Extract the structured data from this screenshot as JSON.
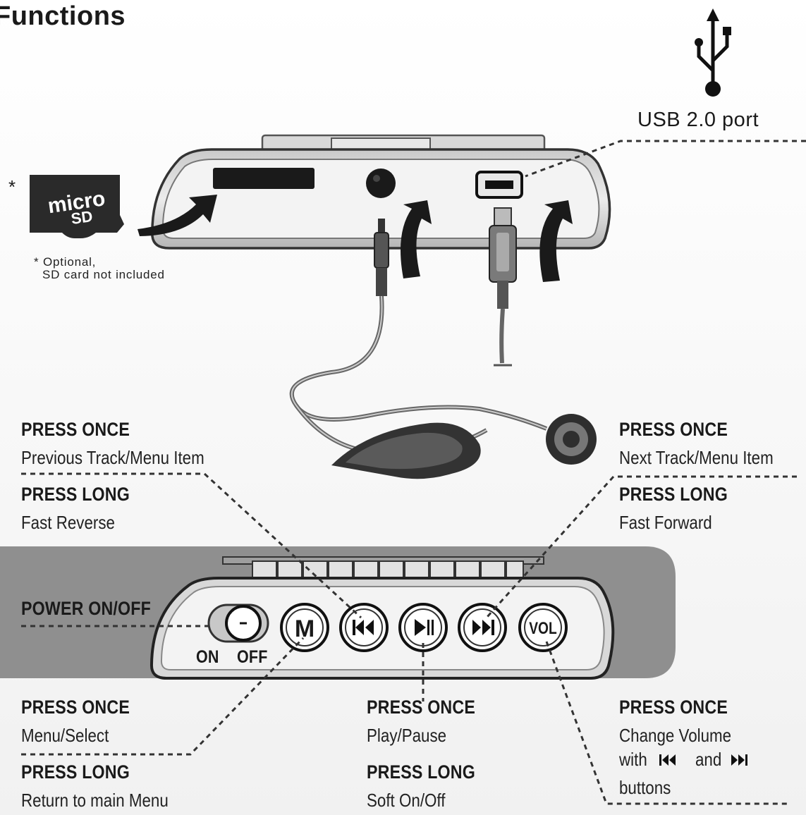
{
  "title": "Functions",
  "usb": {
    "label": "USB 2.0 port",
    "icon": "usb-icon"
  },
  "sd_card": {
    "asterisk": "*",
    "logo_text": "micro SD",
    "note_line1": "*  Optional,",
    "note_line2": "SD card not included"
  },
  "prev": {
    "once_heading": "PRESS ONCE",
    "once_desc": "Previous Track/Menu Item",
    "long_heading": "PRESS LONG",
    "long_desc": "Fast Reverse"
  },
  "next": {
    "once_heading": "PRESS ONCE",
    "once_desc": "Next Track/Menu Item",
    "long_heading": "PRESS LONG",
    "long_desc": "Fast Forward"
  },
  "power": {
    "label": "POWER ON/OFF",
    "on": "ON",
    "off": "OFF"
  },
  "buttons": {
    "menu": "M",
    "vol": "VOL"
  },
  "menu": {
    "once_heading": "PRESS ONCE",
    "once_desc": "Menu/Select",
    "long_heading": "PRESS LONG",
    "long_desc": "Return to main Menu"
  },
  "play": {
    "once_heading": "PRESS ONCE",
    "once_desc": "Play/Pause",
    "long_heading": "PRESS LONG",
    "long_desc": "Soft On/Off"
  },
  "volume": {
    "once_heading": "PRESS ONCE",
    "desc_line1": "Change Volume",
    "desc_with": "with",
    "desc_and": "and",
    "desc_line3": "buttons"
  }
}
